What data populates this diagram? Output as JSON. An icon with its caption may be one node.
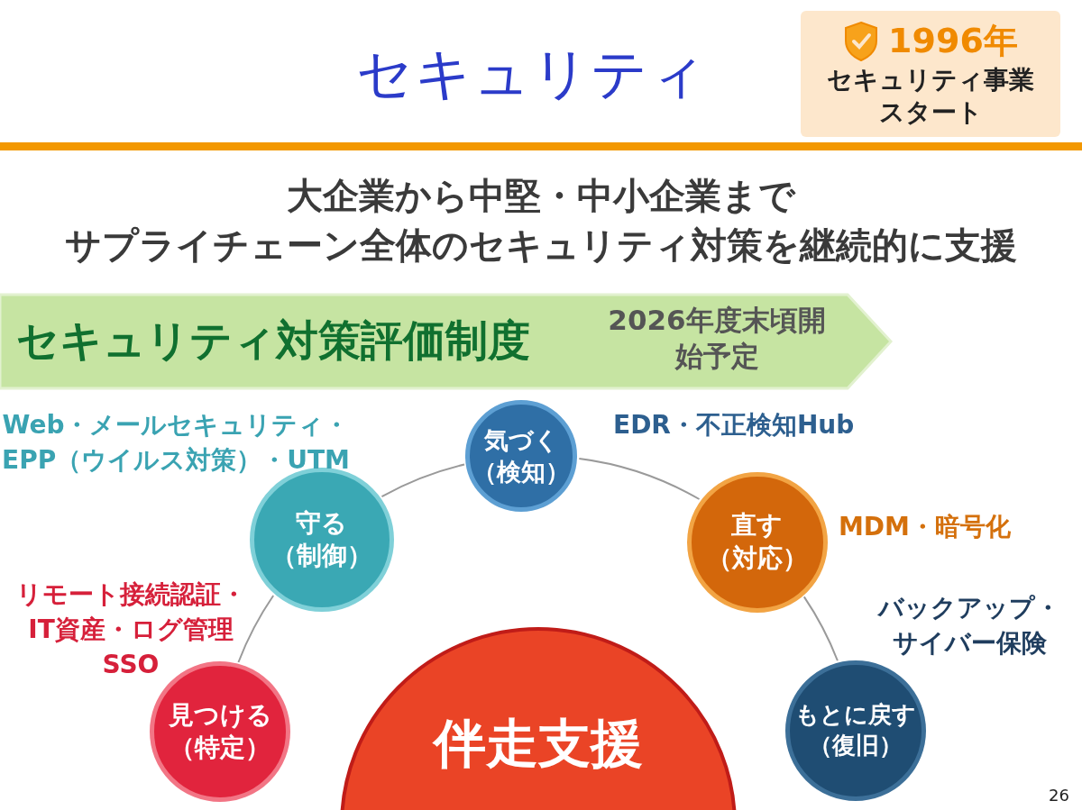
{
  "diagram": {
    "title": "セキュリティ",
    "nodes": [
      {
        "text": [
          "1996年",
          "セキュリティ事業スタート"
        ]
      },
      {
        "text": [
          "セキュリティ対策評価制度",
          "2026年度末頃開始予定"
        ]
      },
      {
        "text": [
          "気づく",
          "（検知）"
        ],
        "beside": [
          "EDR・不正検知Hub"
        ]
      },
      {
        "text": [
          "守る",
          "（制御）"
        ],
        "beside": [
          "Web・メールセキュリティ・EPP（ウイルス対策）・UTM"
        ]
      },
      {
        "text": [
          "直す",
          "（対応）"
        ],
        "beside": [
          "MDM・暗号化"
        ]
      },
      {
        "text": [
          "見つける",
          "（特定）"
        ],
        "beside": [
          "リモート接続認証・IT資産・ログ管理 SSO"
        ]
      },
      {
        "text": [
          "もとに戻す",
          "（復旧）"
        ],
        "beside": [
          "バックアップ・サイバー保険"
        ]
      },
      {
        "text": [
          "伴走支援"
        ]
      }
    ],
    "edges": [
      {
        "from": 5,
        "to": 3,
        "arrow": "none"
      },
      {
        "from": 3,
        "to": 2,
        "arrow": "none"
      },
      {
        "from": 2,
        "to": 4,
        "arrow": "none"
      },
      {
        "from": 4,
        "to": 6,
        "arrow": "none"
      }
    ],
    "labels": [
      "大企業から中堅・中小企業まで",
      "サプライチェーン全体のセキュリティ対策を継続的に支援",
      "26"
    ]
  }
}
